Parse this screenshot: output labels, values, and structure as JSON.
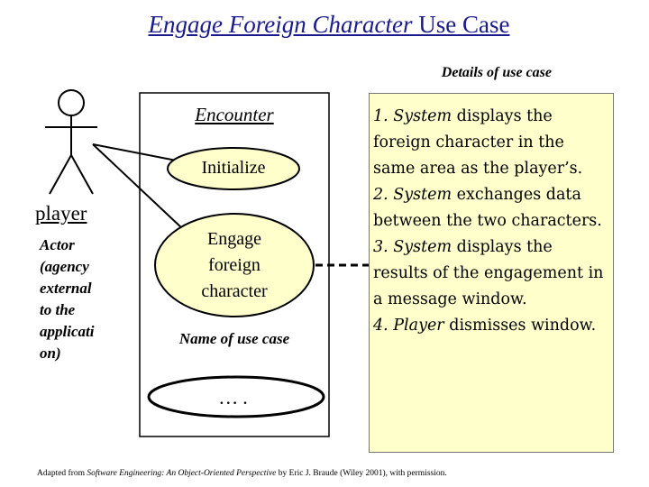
{
  "title": {
    "italic_part": "Engage Foreign Character",
    "plain_part": " Use Case"
  },
  "details_label": "Details of use case",
  "actor": {
    "name": "player",
    "description": "Actor\n(agency\nexternal\nto the\napplicati\non)"
  },
  "system_boundary": {
    "name": "Encounter",
    "use_cases": {
      "initialize": "Initialize",
      "engage": "Engage\nforeign\ncharacter",
      "ellipsis": "…."
    },
    "annotation": "Name of use case"
  },
  "steps": [
    {
      "actor": "1. System",
      "text": " displays the foreign character in the same area as the player’s."
    },
    {
      "actor": "2. System",
      "text": " exchanges data between the two characters."
    },
    {
      "actor": "3. System",
      "text": " displays the results of the engagement in a message window."
    },
    {
      "actor": "4. Player",
      "text": " dismisses window."
    }
  ],
  "footer": {
    "prefix": "Adapted from ",
    "book": "Software Engineering: An Object-Oriented Perspective",
    "suffix": " by Eric J. Braude (Wiley 2001), with permission."
  },
  "colors": {
    "title": "#1a1a8c",
    "use_case_fill": "#ffffcc",
    "details_fill": "#ffffcc"
  }
}
